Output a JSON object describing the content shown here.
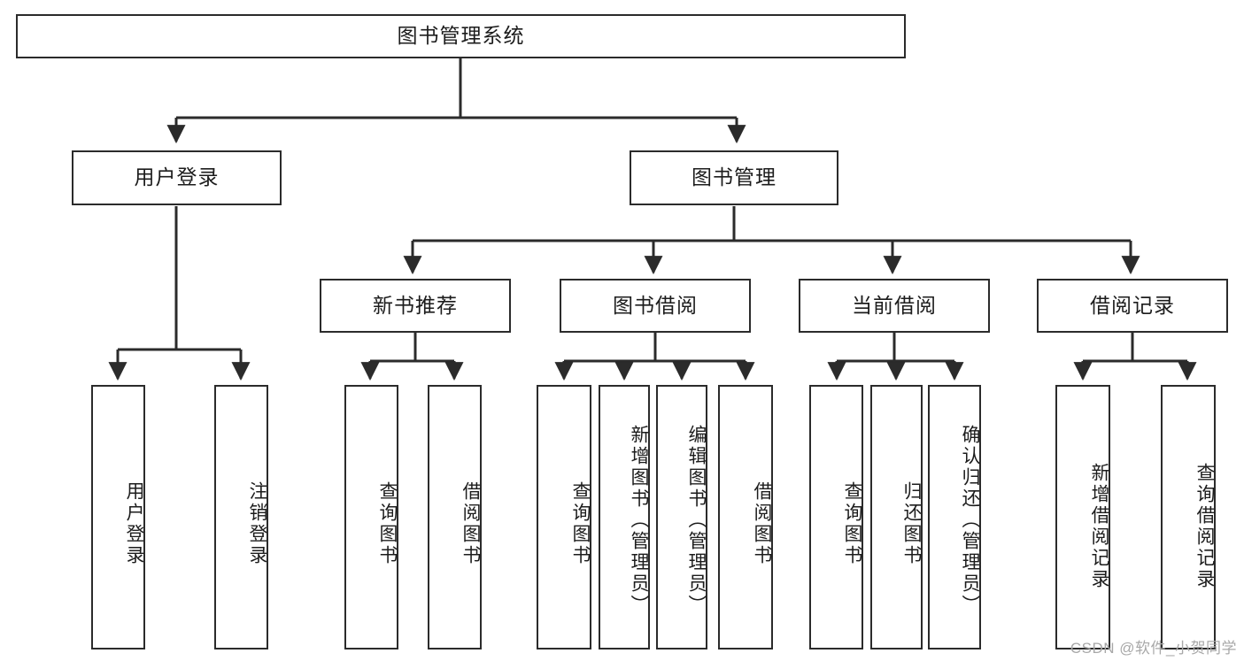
{
  "diagram": {
    "title": "图书管理系统",
    "watermark": "CSDN @软件_小贺同学",
    "colors": {
      "stroke": "#2b2b2b",
      "fill": "#ffffff",
      "text": "#1c1c1c",
      "watermark": "#a8a8a8"
    },
    "levels": {
      "root": {
        "label": "图书管理系统"
      },
      "level2": [
        {
          "label": "用户登录"
        },
        {
          "label": "图书管理"
        }
      ],
      "level3": [
        {
          "label": "新书推荐"
        },
        {
          "label": "图书借阅"
        },
        {
          "label": "当前借阅"
        },
        {
          "label": "借阅记录"
        }
      ],
      "leaves": {
        "user_login": [
          {
            "label": "用户登录"
          },
          {
            "label": "注销登录"
          }
        ],
        "new_book_recommend": [
          {
            "label": "查询图书"
          },
          {
            "label": "借阅图书"
          }
        ],
        "book_borrow": [
          {
            "label": "查询图书"
          },
          {
            "label": "新增图书（管理员）"
          },
          {
            "label": "编辑图书（管理员）"
          },
          {
            "label": "借阅图书"
          }
        ],
        "current_borrow": [
          {
            "label": "查询图书"
          },
          {
            "label": "归还图书"
          },
          {
            "label": "确认归还（管理员）"
          }
        ],
        "borrow_record": [
          {
            "label": "新增借阅记录"
          },
          {
            "label": "查询借阅记录"
          }
        ]
      }
    }
  }
}
